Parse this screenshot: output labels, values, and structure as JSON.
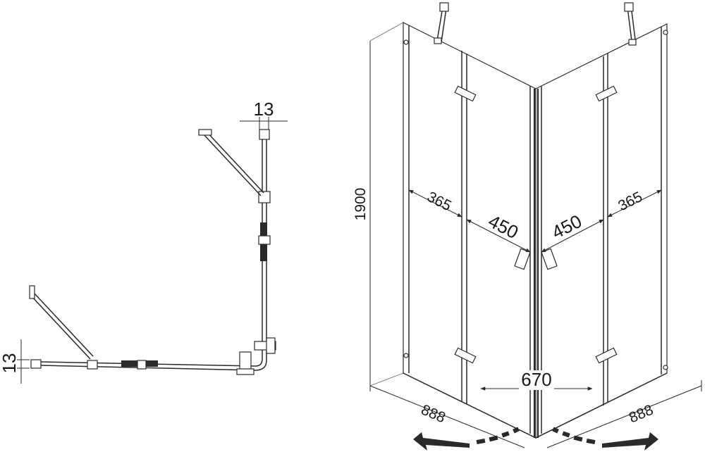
{
  "plan_view": {
    "wall_gap_top": "13",
    "wall_gap_left": "13"
  },
  "elevation_view": {
    "height": "1900",
    "left_fixed_panel": "365",
    "left_door": "450",
    "right_door": "450",
    "right_fixed_panel": "365",
    "entry_opening": "670",
    "left_depth": "888",
    "right_depth": "888"
  }
}
